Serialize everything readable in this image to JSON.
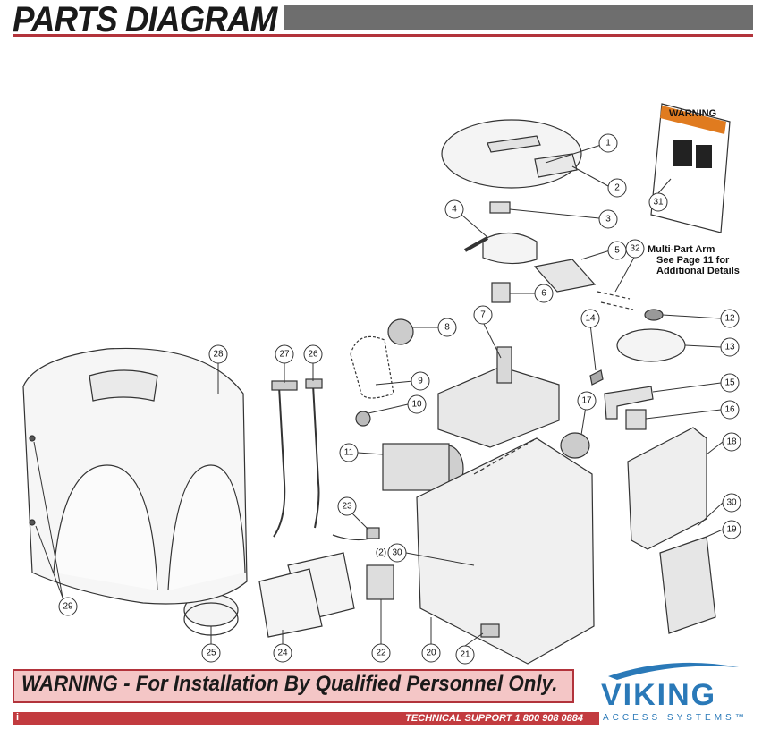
{
  "header": {
    "title": "PARTS DIAGRAM"
  },
  "callouts": [
    "1",
    "2",
    "3",
    "4",
    "5",
    "6",
    "7",
    "8",
    "9",
    "10",
    "11",
    "12",
    "13",
    "14",
    "15",
    "16",
    "17",
    "18",
    "19",
    "20",
    "21",
    "22",
    "23",
    "24",
    "25",
    "26",
    "27",
    "28",
    "29",
    "30",
    "30",
    "31",
    "32"
  ],
  "notes": {
    "qty_30": "(2)",
    "arm_line1": "Multi-Part Arm",
    "arm_line2": "See Page 11 for",
    "arm_line3": "Additional Details"
  },
  "warning_sign": {
    "label": "WARNING"
  },
  "footer": {
    "warning": "WARNING - For Installation By Qualified Personnel Only.",
    "page": "i",
    "support": "TECHNICAL SUPPORT 1 800 908 0884",
    "logo_name": "VIKING",
    "logo_sub": "ACCESS SYSTEMS™"
  },
  "colors": {
    "accent": "#b2333b",
    "header_bar": "#6e6e6e",
    "warning_fill": "#f4c6c6",
    "logo": "#2a79b8",
    "warning_orange": "#e07b1f"
  }
}
